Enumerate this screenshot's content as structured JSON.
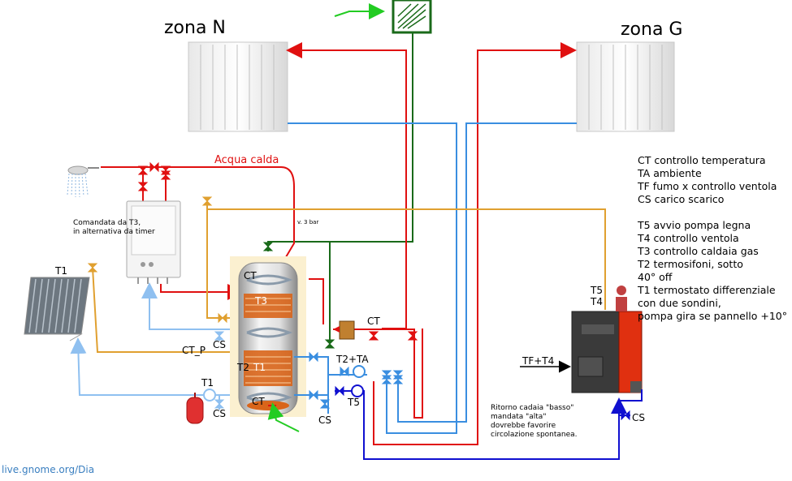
{
  "zones": {
    "north": "zona N",
    "south": "zona G"
  },
  "hot_water_label": "Acqua calda",
  "valve_label": "v. 3 bar",
  "boiler_note": [
    "Comandata da T3,",
    "in alternativa da timer"
  ],
  "legend": [
    "CT controllo temperatura",
    "TA ambiente",
    "TF fumo x controllo ventola",
    "CS carico scarico",
    "",
    "T5 avvio pompa legna",
    "T4 controllo ventola",
    "T3 controllo caldaia gas",
    "T2 termosifoni, sotto",
    "40° off",
    "T1 termostato differenziale",
    "con due sondini,",
    "pompa gira se pannello +10°"
  ],
  "labels": {
    "ct_top": "CT",
    "t3": "T3",
    "ct_p": "CT_P",
    "cs_mid": "CS",
    "t2": "T2",
    "t1_tank": "T1",
    "ct_bottom": "CT",
    "t1_panel": "T1",
    "t1_pump": "T1",
    "cs_bottom": "CS",
    "cs_right": "CS",
    "ct_right": "CT",
    "t2_ta": "T2+TA",
    "t5_pump": "T5",
    "t5_stove": "T5",
    "t4_stove": "T4",
    "tf_t4": "TF+T4",
    "cs_stove": "CS"
  },
  "stove_note": [
    "Ritorno cadaia \"basso\"",
    "mandata \"alta\"",
    "dovrebbe favorire",
    "circolazione spontanea."
  ],
  "credit": "live.gnome.org/Dia",
  "colors": {
    "hot": "#e01010",
    "cold": "#3a8ee0",
    "return_blue": "#1010d0",
    "solar": "#e0a030",
    "solar_return": "#8fc0f0",
    "chimney": "#1a6a1a",
    "tank_wrap": "#fbf0d0",
    "coil": "#d9651a"
  }
}
